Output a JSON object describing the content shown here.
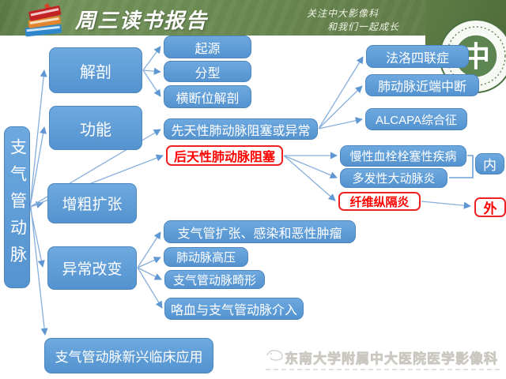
{
  "header": {
    "title": "周三读书报告",
    "slogan_line1": "关注中大影像科",
    "slogan_line2": "和我们一起成长",
    "logo_glyph": "中",
    "icons": {
      "books": "books-stack-icon",
      "seal": "hospital-seal-icon"
    }
  },
  "diagram": {
    "root": "支气管动脉",
    "nodes": {
      "anatomy": "解剖",
      "function": "功能",
      "dilation": "增粗扩张",
      "abnormal": "异常改变",
      "emerging": "支气管动脉新兴临床应用",
      "origin": "起源",
      "typing": "分型",
      "axial": "横断位解剖",
      "congenital": "先天性肺动脉阻塞或异常",
      "acquired": "后天性肺动脉阻塞",
      "tof": "法洛四联症",
      "interruption": "肺动脉近端中断",
      "alcapa": "ALCAPA综合征",
      "cteph": "慢性血栓栓塞性疾病",
      "takayasu": "多发性大动脉炎",
      "fibrosing": "纤维纵隔炎",
      "inner": "内",
      "outer": "外",
      "bronchiectasis": "支气管扩张、感染和恶性肿瘤",
      "pah": "肺动脉高压",
      "malformation": "支气管动脉畸形",
      "hemoptysis": "咯血与支气管动脉介入"
    },
    "edges": [
      [
        "root",
        "anatomy"
      ],
      [
        "root",
        "function"
      ],
      [
        "root",
        "dilation"
      ],
      [
        "root",
        "abnormal"
      ],
      [
        "root",
        "emerging"
      ],
      [
        "root",
        "congenital"
      ],
      [
        "root",
        "acquired"
      ],
      [
        "anatomy",
        "origin"
      ],
      [
        "anatomy",
        "typing"
      ],
      [
        "anatomy",
        "axial"
      ],
      [
        "congenital",
        "tof"
      ],
      [
        "congenital",
        "interruption"
      ],
      [
        "congenital",
        "alcapa"
      ],
      [
        "acquired",
        "cteph"
      ],
      [
        "acquired",
        "takayasu"
      ],
      [
        "acquired",
        "fibrosing"
      ],
      [
        "cteph",
        "inner"
      ],
      [
        "takayasu",
        "inner"
      ],
      [
        "fibrosing",
        "outer"
      ],
      [
        "abnormal",
        "bronchiectasis"
      ],
      [
        "abnormal",
        "pah"
      ],
      [
        "abnormal",
        "malformation"
      ],
      [
        "abnormal",
        "hemoptysis"
      ]
    ],
    "colors": {
      "node_blue": "#5B9BD5",
      "highlight_red": "#FF0000",
      "arrow_blue": "#7FA8DC",
      "banner_green": "#67874D"
    }
  },
  "footer": {
    "affiliation": "东南大学附属中大医院医学影像科"
  }
}
